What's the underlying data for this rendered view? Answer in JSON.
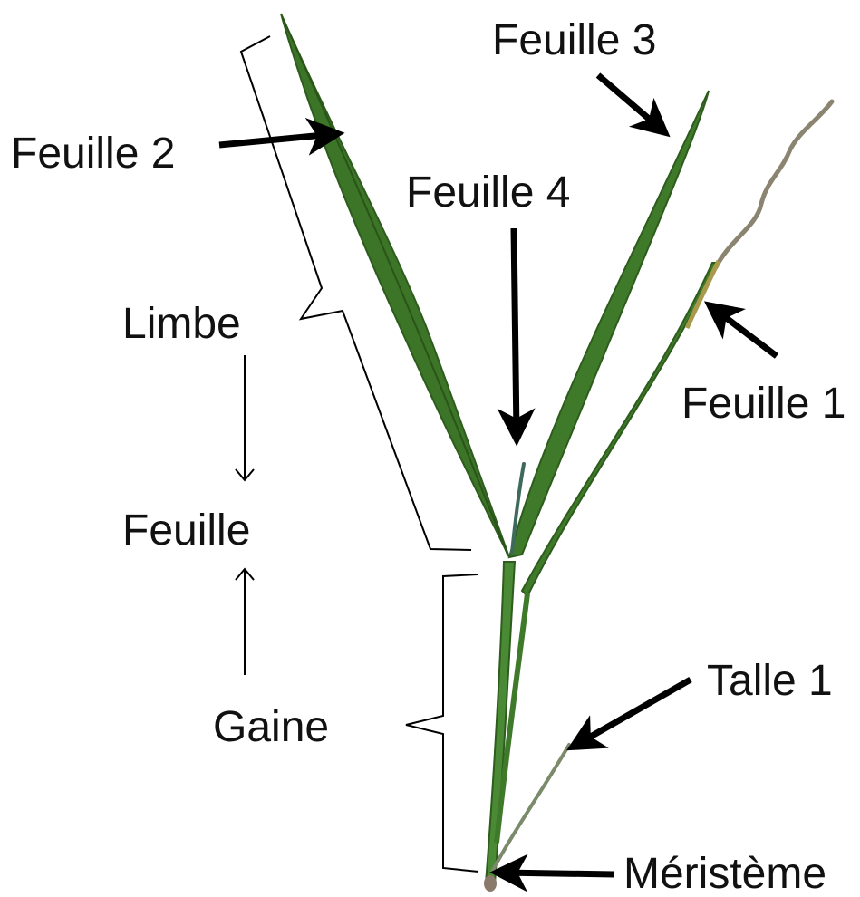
{
  "labels": {
    "feuille_2": "Feuille 2",
    "feuille_3": "Feuille 3",
    "feuille_4": "Feuille 4",
    "feuille_1": "Feuille 1",
    "limbe": "Limbe",
    "feuille": "Feuille",
    "gaine": "Gaine",
    "talle_1": "Talle 1",
    "meristeme": "Méristème"
  },
  "colors": {
    "leaf_green": "#3f7a2a",
    "leaf_dark": "#2d5c1c",
    "stem_green": "#4a8a35",
    "dry_leaf": "#8a8470",
    "tiller": "#7b8a6a",
    "arrow": "#000000"
  }
}
